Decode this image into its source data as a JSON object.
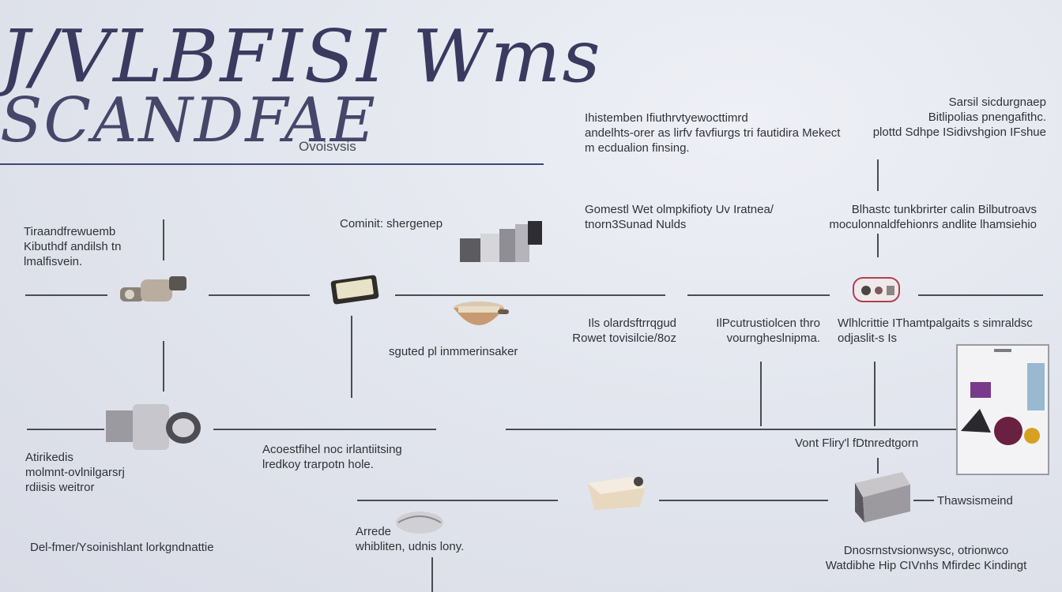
{
  "title": {
    "line1": "J/VLBFISI Wms",
    "line2": "SCANDFAE",
    "subtitle": "Ovoisvsis"
  },
  "labels": {
    "top_center": "Ihistemben Ifiuthrvtyewocttimrd\nandelhts-orer as lirfv favfiurgs tri fautidira Mekect\nm ecdualion finsing.",
    "top_right": "Sarsil sicdurgnaep\nBitlipolias pnengafithc.\nplottd Sdhpe ISidivshgion IFshue",
    "left_upper": "Tiraandfrewuemb\nKibuthdf andilsh tn\nlmalfisvein.",
    "center_top": "Cominit: shergenep",
    "mid_pair": "Gomestl Wet olmpkifioty Uv Iratnea/\ntnorn3Sunad Nulds",
    "right_upper": "Blhastc tunkbrirter calin Bilbutroavs\nmoculonnaldfehionrs andlite lhamsiehio",
    "center_below_bowl": "sguted pl inmmerinsaker",
    "mid_left_small": "Ils olardsftrrqgud\nRowet tovisilcie/8oz",
    "mid_center_small": "IlPcutrustiolcen thro\nvourngheslnipma.",
    "mid_right_small": "Wlhlcrittie IThamtpalgaits s simraldsc\nodjaslit-s Is",
    "left_lower": "Atirikedis\nmolmnt-ovlnilgarsrj\nrdiisis weitror",
    "center_lower": "Acoestfihel noc irlantiitsing\nlredkoy trarpotn hole.",
    "right_mid_lower": "Vont Fliry'l fDtnredtgorn",
    "right_lower_side": "Thawsismeind",
    "bottom_left": "Del-fmer/Ysoinishlant lorkgndnattie",
    "bottom_center": "Arrede\nwhibliten, udnis lony.",
    "bottom_right": "Dnosrnstvsionwsysc, otrionwco\nWatdibhe Hip CIVnhs Mfirdec Kindingt"
  },
  "icons": {
    "connector": "connector-icon",
    "cartridge": "cartridge-icon",
    "machine": "machine-icon",
    "bowl": "bowl-icon",
    "pump": "pump-icon",
    "tray": "tray-icon",
    "pod": "pod-icon",
    "box": "box-icon",
    "product_card": "product-card-icon",
    "shell": "shell-icon"
  }
}
